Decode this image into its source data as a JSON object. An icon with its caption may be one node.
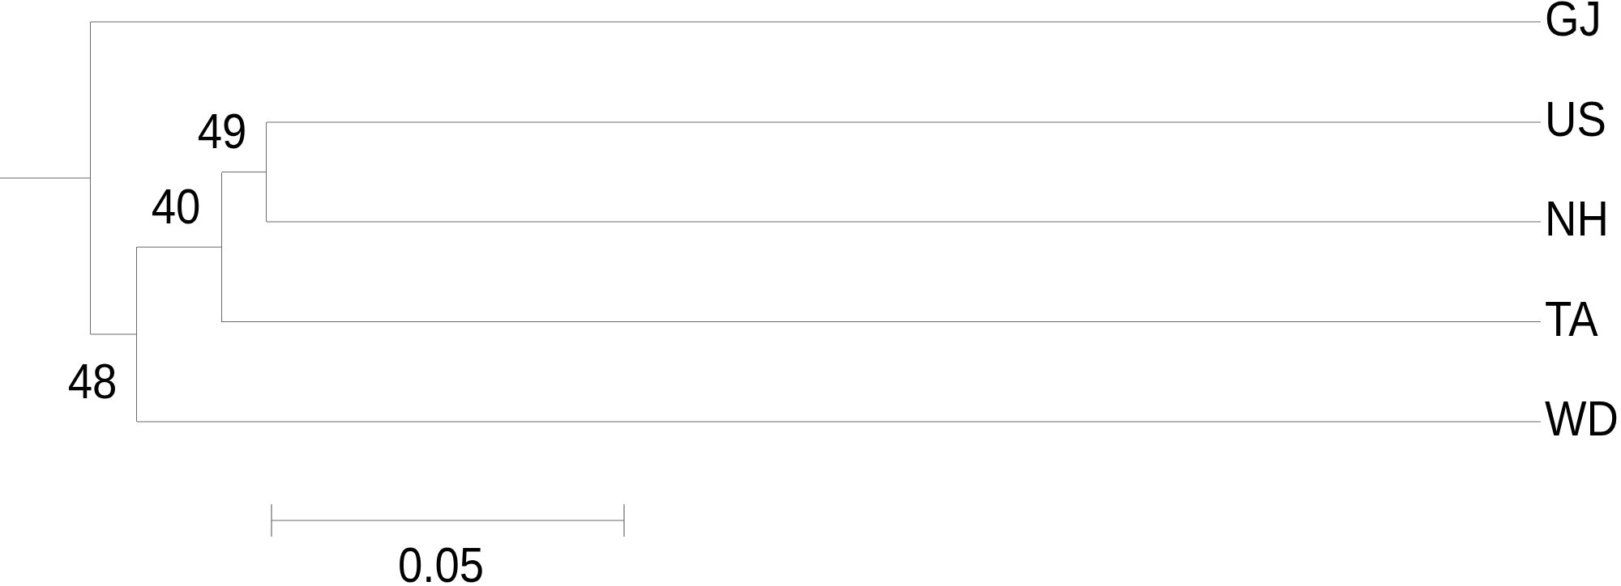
{
  "diagram": {
    "nodes": [
      {
        "text": [],
        "shape": "bar"
      },
      {
        "text": [
          "GJ"
        ]
      },
      {
        "text": [],
        "shape": "bar",
        "beside": [
          "49"
        ]
      },
      {
        "text": [
          "US"
        ]
      },
      {
        "text": [],
        "shape": "bar",
        "beside": [
          "40"
        ]
      },
      {
        "text": [
          "NH"
        ]
      },
      {
        "text": [
          "TA"
        ]
      },
      {
        "text": [],
        "shape": "bar",
        "beside": [
          "48"
        ]
      },
      {
        "text": [
          "WD"
        ]
      }
    ],
    "edges": [
      {
        "from": null,
        "to": 0,
        "arrow": "none"
      },
      {
        "from": 0,
        "to": 1,
        "arrow": "none"
      },
      {
        "from": 0,
        "to": 7,
        "arrow": "none"
      },
      {
        "from": 7,
        "to": 4,
        "arrow": "none"
      },
      {
        "from": 7,
        "to": 8,
        "arrow": "none"
      },
      {
        "from": 4,
        "to": 2,
        "arrow": "none"
      },
      {
        "from": 4,
        "to": 6,
        "arrow": "none"
      },
      {
        "from": 2,
        "to": 3,
        "arrow": "none"
      },
      {
        "from": 2,
        "to": 5,
        "arrow": "none"
      }
    ],
    "labels": [
      "0.05"
    ]
  }
}
